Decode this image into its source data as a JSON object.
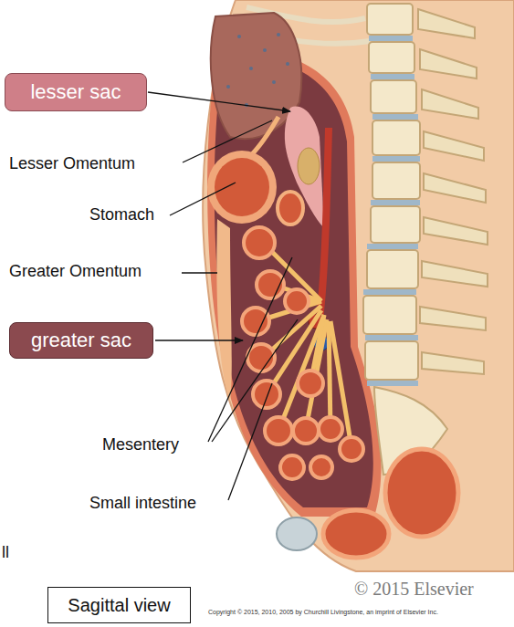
{
  "diagram": {
    "nodes": [
      {
        "text": [
          "lesser sac"
        ]
      },
      {
        "text": [
          "greater sac"
        ]
      },
      {
        "text": [
          "Sagittal view"
        ]
      }
    ],
    "labels": [
      "Lesser Omentum",
      "Stomach",
      "Greater Omentum",
      "Mesentery",
      "Small intestine",
      "ll",
      "© 2015 Elsevier",
      "Copyright © 2015, 2010, 2005 by Churchill Livingstone, an imprint of Elsevier Inc."
    ]
  }
}
